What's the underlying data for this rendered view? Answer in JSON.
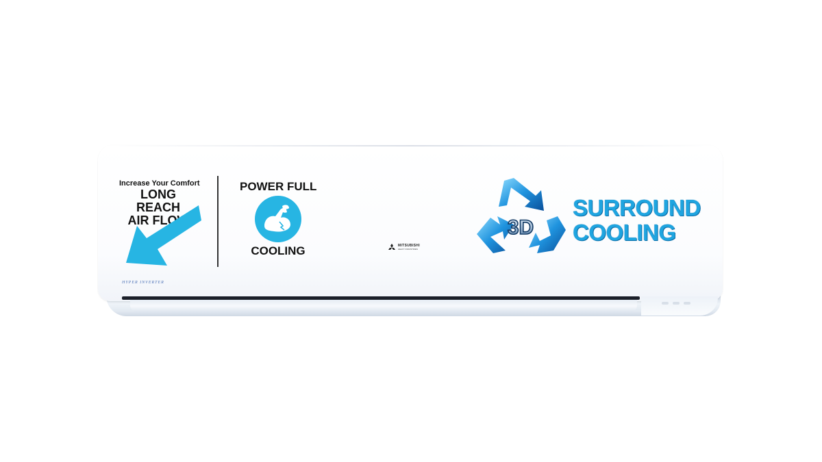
{
  "panel_left": {
    "subtitle": "Increase Your Comfort",
    "title_line1": "LONG REACH",
    "title_line2": "AIR FLOW",
    "icon": "arrow-down-left-icon"
  },
  "panel_middle": {
    "title": "POWER FULL",
    "icon": "flexed-arm-icon",
    "footer": "COOLING"
  },
  "panel_right": {
    "badge": "3D",
    "title_line1": "SURROUND",
    "title_line2": "COOLING",
    "icon": "3d-circular-arrows-icon"
  },
  "brand": {
    "name": "MITSUBISHI",
    "tagline": "HEAVY INDUSTRIES"
  },
  "inverter_label": "HYPER INVERTER",
  "colors": {
    "accent_blue": "#27b5e3",
    "title_blue": "#1fa5e0",
    "text_dark": "#111111"
  }
}
